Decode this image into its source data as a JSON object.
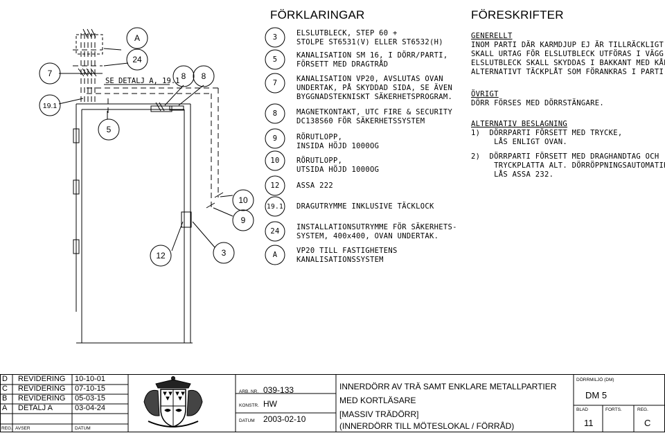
{
  "headings": {
    "explanations": "FÖRKLARINGAR",
    "regulations": "FÖRESKRIFTER"
  },
  "legend": [
    {
      "key": "3",
      "lines": [
        "ELSLUTBLECK, STEP 60 +",
        "STOLPE ST6531(V) ELLER ST6532(H)"
      ]
    },
    {
      "key": "5",
      "lines": [
        "KANALISATION SM 16, I DÖRR/PARTI,",
        "FÖRSETT MED DRAGTRÅD"
      ]
    },
    {
      "key": "7",
      "lines": [
        "KANALISATION VP20, AVSLUTAS OVAN",
        "UNDERTAK, PÅ SKYDDAD SIDA, SE ÄVEN",
        "BYGGNADSTEKNISKT SÄKERHETSPROGRAM."
      ]
    },
    {
      "key": "8",
      "lines": [
        "MAGNETKONTAKT, UTC FIRE & SECURITY",
        "DC138S60 FÖR SÄKERHETSSYSTEM"
      ]
    },
    {
      "key": "9",
      "lines": [
        "RÖRUTLOPP,",
        "INSIDA HÖJD 1000OG"
      ]
    },
    {
      "key": "10",
      "lines": [
        "RÖRUTLOPP,",
        "UTSIDA HÖJD 1000OG"
      ]
    },
    {
      "key": "12",
      "lines": [
        "ASSA 222"
      ]
    },
    {
      "key": "19.1",
      "lines": [
        "DRAGUTRYMME INKLUSIVE TÄCKLOCK"
      ]
    },
    {
      "key": "24",
      "lines": [
        "INSTALLATIONSUTRYMME FÖR SÄKERHETS-",
        "SYSTEM, 400x400, OVAN UNDERTAK."
      ]
    },
    {
      "key": "A",
      "lines": [
        "VP20 TILL FASTIGHETENS",
        "KANALISATIONSSYSTEM"
      ]
    }
  ],
  "regulations": {
    "general_title": "GENERELLT",
    "general_lines": [
      "INOM PARTI DÄR KARMDJUP EJ ÄR TILLRÄCKLIGT",
      "SKALL URTAG FÖR ELSLUTBLECK UTFÖRAS I VÄGG.",
      "ELSLUTBLECK SKALL SKYDDAS I BAKKANT MED KÅPA",
      "ALTERNATIVT TÄCKPLÅT SOM FÖRANKRAS I PARTI."
    ],
    "other_title": "ÖVRIGT",
    "other_lines": [
      "DÖRR FÖRSES MED DÖRRSTÄNGARE."
    ],
    "alt_title": "ALTERNATIV BESLAGNING",
    "alt1_lines": [
      "1)  DÖRRPARTI FÖRSETT MED TRYCKE,",
      "     LÅS ENLIGT OVAN."
    ],
    "alt2_lines": [
      "2)  DÖRRPARTI FÖRSETT MED DRAGHANDTAG OCH",
      "     TRYCKPLATTA ALT. DÖRRÖPPNINGSAUTOMATIK,",
      "     LÅS ASSA 232."
    ]
  },
  "drawing": {
    "detail_label": "SE DETALJ A, 19.1",
    "callouts": {
      "A": "A",
      "c24": "24",
      "c7": "7",
      "c19": "19.1",
      "c5": "5",
      "c8a": "8",
      "c8b": "8",
      "c10": "10",
      "c9": "9",
      "c12": "12",
      "c3": "3"
    }
  },
  "title_block": {
    "revisions": [
      {
        "code": "D",
        "text": "REVIDERING",
        "date": "10-10-01"
      },
      {
        "code": "C",
        "text": "REVIDERING",
        "date": "07-10-15"
      },
      {
        "code": "B",
        "text": "REVIDERING",
        "date": "05-03-15"
      },
      {
        "code": "A",
        "text": "DETALJ A",
        "date": "03-04-24"
      }
    ],
    "rev_header": {
      "reg": "REG.",
      "avser": "AVSER",
      "datum": "DATUM"
    },
    "arb_nr_label": "ARB. NR.",
    "arb_nr": "039-133",
    "konstr_label": "KONSTR.",
    "konstr": "HW",
    "datum_label": "DATUM",
    "datum": "2003-02-10",
    "title_lines": [
      "INNERDÖRR AV TRÄ SAMT ENKLARE METALLPARTIER",
      "MED KORTLÄSARE",
      "[MASSIV TRÄDÖRR]",
      "(INNERDÖRR TILL MÖTESLOKAL / FÖRRÅD)"
    ],
    "dm_label": "DÖRRMILJÖ (DM)",
    "dm": "DM 5",
    "blad_label": "BLAD",
    "blad": "11",
    "forts_label": "FORTS.",
    "forts": "",
    "reg_label": "REG.",
    "reg": "C"
  }
}
